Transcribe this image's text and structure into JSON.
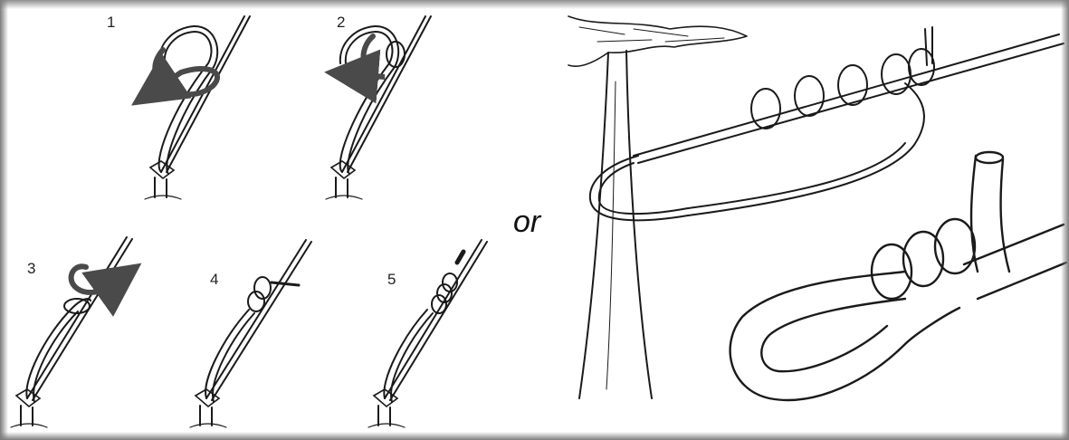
{
  "figure": {
    "steps": [
      {
        "number": "1"
      },
      {
        "number": "2"
      },
      {
        "number": "3"
      },
      {
        "number": "4"
      },
      {
        "number": "5"
      }
    ],
    "separator": "or"
  },
  "colors": {
    "ink": "#1a1a1a",
    "arrow": "#4a4a4a",
    "background": "#ffffff"
  }
}
